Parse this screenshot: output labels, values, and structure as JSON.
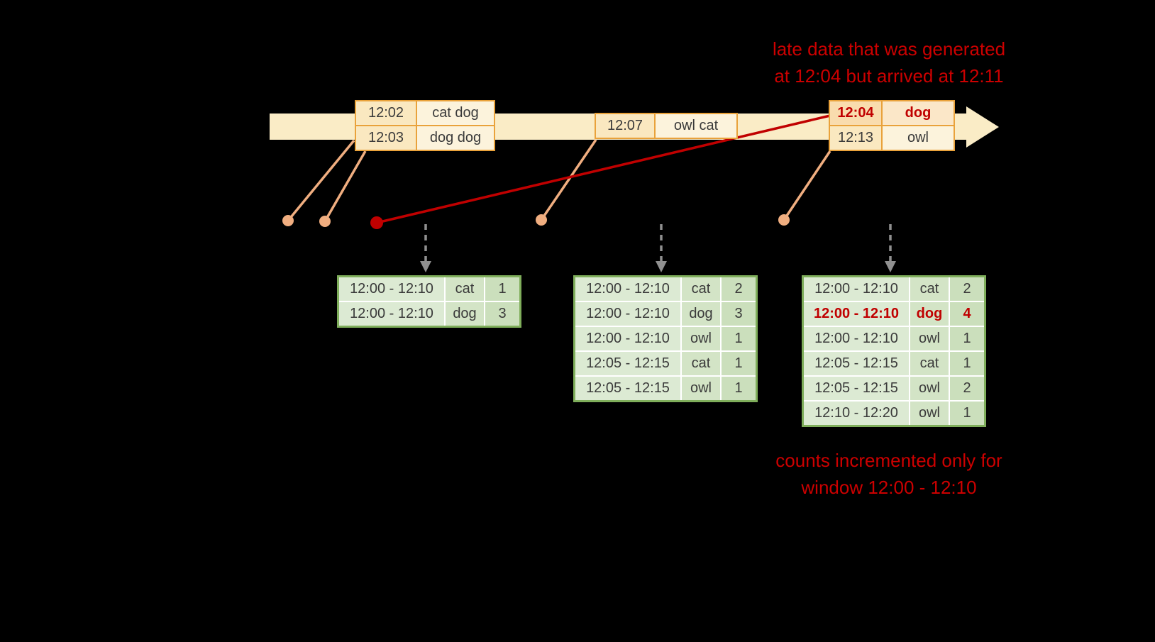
{
  "annotations": {
    "late_data": [
      "late data that was generated",
      "at 12:04 but arrived at 12:11"
    ],
    "counts": [
      "counts incremented only for",
      "window 12:00 - 12:10"
    ]
  },
  "event_tables": [
    {
      "rows": [
        {
          "time": "12:02",
          "words": "cat dog",
          "late": false
        },
        {
          "time": "12:03",
          "words": "dog dog",
          "late": false
        }
      ]
    },
    {
      "rows": [
        {
          "time": "12:07",
          "words": "owl cat",
          "late": false
        }
      ]
    },
    {
      "rows": [
        {
          "time": "12:04",
          "words": "dog",
          "late": true
        },
        {
          "time": "12:13",
          "words": "owl",
          "late": false
        }
      ]
    }
  ],
  "result_tables": [
    {
      "rows": [
        {
          "window": "12:00 - 12:10",
          "word": "cat",
          "count": "1",
          "late": false
        },
        {
          "window": "12:00 - 12:10",
          "word": "dog",
          "count": "3",
          "late": false
        }
      ]
    },
    {
      "rows": [
        {
          "window": "12:00 - 12:10",
          "word": "cat",
          "count": "2",
          "late": false
        },
        {
          "window": "12:00 - 12:10",
          "word": "dog",
          "count": "3",
          "late": false
        },
        {
          "window": "12:00 - 12:10",
          "word": "owl",
          "count": "1",
          "late": false
        },
        {
          "window": "12:05 - 12:15",
          "word": "cat",
          "count": "1",
          "late": false
        },
        {
          "window": "12:05 - 12:15",
          "word": "owl",
          "count": "1",
          "late": false
        }
      ]
    },
    {
      "rows": [
        {
          "window": "12:00 - 12:10",
          "word": "cat",
          "count": "2",
          "late": false
        },
        {
          "window": "12:00 - 12:10",
          "word": "dog",
          "count": "4",
          "late": true
        },
        {
          "window": "12:00 - 12:10",
          "word": "owl",
          "count": "1",
          "late": false
        },
        {
          "window": "12:05 - 12:15",
          "word": "cat",
          "count": "1",
          "late": false
        },
        {
          "window": "12:05 - 12:15",
          "word": "owl",
          "count": "2",
          "late": false
        },
        {
          "window": "12:10 - 12:20",
          "word": "owl",
          "count": "1",
          "late": false
        }
      ]
    }
  ],
  "colors": {
    "background": "#000000",
    "timeline_band": "#FAECC6",
    "event_border": "#E9A23B",
    "result_border": "#7FAE5B",
    "result_fill": "#D8E7CE",
    "late_red": "#C00000",
    "annotation_red": "#CC0000",
    "connector_salmon": "#F0AE80",
    "trigger_arrow_gray": "#909090"
  }
}
